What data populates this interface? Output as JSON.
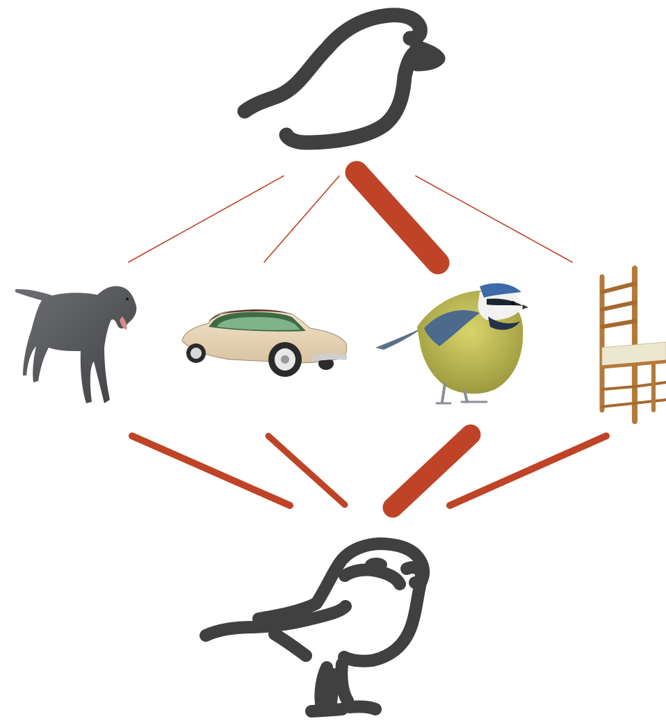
{
  "colors": {
    "sketch_stroke": "#404040",
    "link_color": "#bf4326",
    "background": "#ffffff"
  },
  "diagram": {
    "top_sketch": {
      "icon": "simple-bird-sketch-icon"
    },
    "bottom_sketch": {
      "icon": "detailed-bird-sketch-icon"
    },
    "candidates": [
      {
        "id": "dog",
        "icon": "dog-image",
        "top_link_weight": "thin",
        "bottom_link_weight": "medium"
      },
      {
        "id": "car",
        "icon": "car-image",
        "top_link_weight": "thin",
        "bottom_link_weight": "medium"
      },
      {
        "id": "bird",
        "icon": "bird-image",
        "top_link_weight": "thick",
        "bottom_link_weight": "thick"
      },
      {
        "id": "chair",
        "icon": "chair-image",
        "top_link_weight": "thin",
        "bottom_link_weight": "medium"
      }
    ]
  }
}
